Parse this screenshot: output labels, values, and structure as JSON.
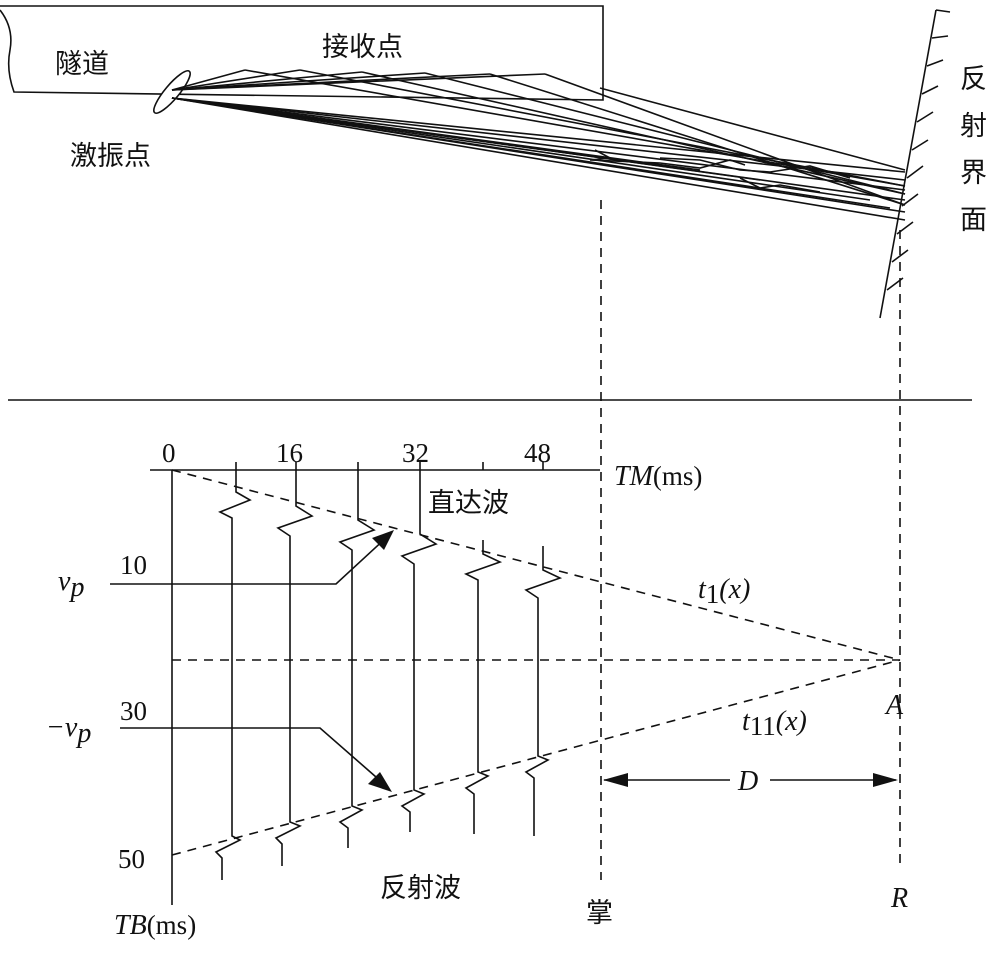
{
  "labels": {
    "tunnel": "隧道",
    "receiver": "接收点",
    "shot_point": "激振点",
    "reflector": [
      "反",
      "射",
      "界",
      "面"
    ],
    "direct_wave": "直达波",
    "reflected_wave": "反射波",
    "face": "掌",
    "r_point": "R",
    "a_point": "A",
    "distance": "D",
    "vp": "v",
    "vp_sub": "p",
    "neg_vp": "−v",
    "neg_vp_sub": "p",
    "t1_main": "t",
    "t1_sub": "1",
    "t1_arg": "(x)",
    "t11_main": "t",
    "t11_sub": "11",
    "t11_arg": "(x)"
  },
  "axes": {
    "tm_axis": {
      "ticks": [
        "0",
        "16",
        "32",
        "48"
      ],
      "label_italic": "TM",
      "label_unit": "(ms)"
    },
    "tb_axis": {
      "ticks": [
        "10",
        "30",
        "50"
      ],
      "label_italic": "TB",
      "label_unit": "(ms)"
    }
  },
  "colors": {
    "ink": "#111111",
    "background": "#ffffff"
  }
}
